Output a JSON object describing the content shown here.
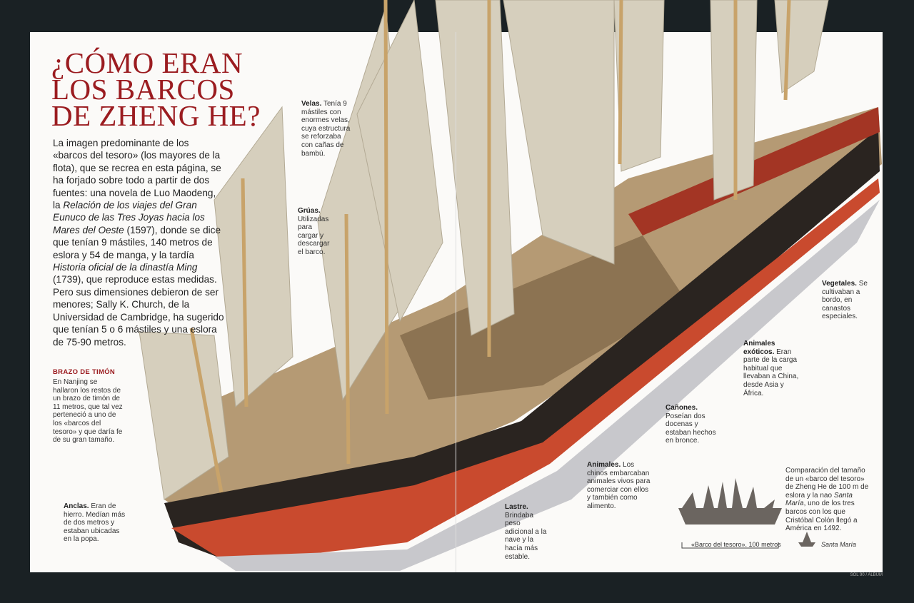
{
  "title": [
    "¿CÓMO ERAN",
    "LOS BARCOS",
    "DE ZHENG HE?"
  ],
  "intro": [
    "La imagen predominante de los «barcos del tesoro» (los mayores de la flota), que se recrea en esta página, se ha forjado sobre todo a partir de dos fuentes: una novela de Luo Maodeng, la ",
    "Relación de los viajes del Gran Eunuco de las Tres Joyas hacia los Mares del Oeste",
    " (1597), donde se dice que tenían 9 mástiles, 140 metros de eslora y 54 de manga, y la tardía ",
    "Historia oficial de la dinastía Ming",
    " (1739), que reproduce estas medidas. Pero sus dimensiones debieron de ser menores; Sally K. Church, de la Universidad de Cambridge, ha sugerido que tenían 5 o 6 mástiles y una eslora de 75-90 metros."
  ],
  "sidebar": {
    "heading": "BRAZO DE TIMÓN",
    "text": "En Nanjing se hallaron los restos de un brazo de timón de 11 metros, que tal vez perteneció a uno de los «barcos del tesoro» y que daría fe de su gran tamaño."
  },
  "captions": {
    "velas": {
      "bold": "Velas.",
      "text": " Tenía 9 mástiles con enormes velas, cuya estructura se reforzaba con cañas de bambú."
    },
    "gruas": {
      "bold": "Grúas.",
      "text": " Utilizadas para cargar y descargar el barco."
    },
    "vegetales": {
      "bold": "Vegetales.",
      "text": " Se cultivaban a bordo, en canastos especiales."
    },
    "animales_exoticos": {
      "bold": "Animales exóticos.",
      "text": " Eran parte de la carga habitual que llevaban a China, desde Asia y África."
    },
    "canones": {
      "bold": "Cañones.",
      "text": " Poseían dos docenas y estaban hechos en bronce."
    },
    "animales": {
      "bold": "Animales.",
      "text": " Los chinos embarcaban animales vivos para comerciar con ellos y también como alimento."
    },
    "lastre": {
      "bold": "Lastre.",
      "text": " Brindaba peso adicional a la nave y la hacía más estable."
    },
    "anclas": {
      "bold": "Anclas.",
      "text": " Eran de hierro. Medían más de dos metros y estaban ubicadas en la popa."
    }
  },
  "comparison": {
    "text": [
      "Comparación del tamaño de un «barco del tesoro» de Zheng He de 100 m de eslora y la nao ",
      "Santa María",
      ", uno de los tres barcos con los que Cristóbal Colón llegó a América en 1492."
    ],
    "scale_label": "«Barco del tesoro». 100 metros",
    "santa_maria": "Santa María"
  },
  "folio": "SOL 90 / ALBUM",
  "colors": {
    "accent": "#9b1c20",
    "hull": "#2a2420",
    "hull_red": "#c94a2e",
    "sail": "#d8d2c2"
  }
}
